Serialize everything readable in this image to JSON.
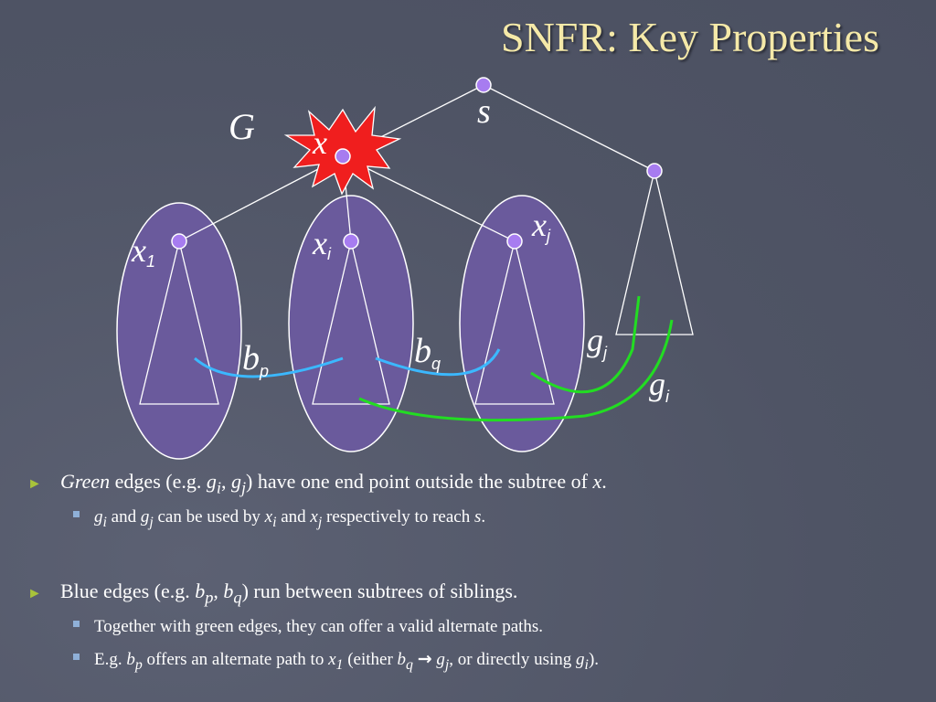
{
  "slide": {
    "title": "SNFR: Key Properties"
  },
  "diagram": {
    "labels": {
      "graph": "G",
      "root": "s",
      "failed": "x",
      "child1": {
        "main": "x",
        "sub": "1"
      },
      "childi": {
        "main": "x",
        "sub": "i"
      },
      "childj": {
        "main": "x",
        "sub": "j"
      },
      "bp": {
        "main": "b",
        "sub": "p"
      },
      "bq": {
        "main": "b",
        "sub": "q"
      },
      "gj": {
        "main": "g",
        "sub": "j"
      },
      "gi": {
        "main": "g",
        "sub": "i"
      }
    },
    "colors": {
      "node": "#a77cf0",
      "subtree_fill": "#6a5a9c",
      "failure_star": "#f01e1e",
      "blue_edge": "#3bb8ff",
      "green_edge": "#22dd22",
      "title": "#f5e9a8"
    }
  },
  "bullets": [
    {
      "level": 1,
      "icon": "triangle-bullet-icon",
      "segments": [
        {
          "t": "Green",
          "i": true
        },
        {
          "t": " edges (e.g. "
        },
        {
          "t": "g",
          "i": true
        },
        {
          "t": "i",
          "sub": true,
          "i": true
        },
        {
          "t": ", "
        },
        {
          "t": "g",
          "i": true
        },
        {
          "t": "j",
          "sub": true,
          "i": true
        },
        {
          "t": ") have one end point outside the subtree of "
        },
        {
          "t": "x",
          "i": true
        },
        {
          "t": "."
        }
      ]
    },
    {
      "level": 2,
      "icon": "square-bullet-icon",
      "segments": [
        {
          "t": "g",
          "i": true
        },
        {
          "t": "i",
          "sub": true,
          "i": true
        },
        {
          "t": " and "
        },
        {
          "t": "g",
          "i": true
        },
        {
          "t": "j",
          "sub": true,
          "i": true
        },
        {
          "t": " can be used by "
        },
        {
          "t": "x",
          "i": true
        },
        {
          "t": "i",
          "sub": true,
          "i": true
        },
        {
          "t": " and "
        },
        {
          "t": "x",
          "i": true
        },
        {
          "t": "j",
          "sub": true,
          "i": true
        },
        {
          "t": " respectively to reach "
        },
        {
          "t": "s",
          "i": true
        },
        {
          "t": "."
        }
      ]
    },
    {
      "level": 1,
      "icon": "triangle-bullet-icon",
      "segments": [
        {
          "t": "Blue edges (e.g. "
        },
        {
          "t": "b",
          "i": true
        },
        {
          "t": "p",
          "sub": true,
          "i": true
        },
        {
          "t": ", "
        },
        {
          "t": "b",
          "i": true
        },
        {
          "t": "q",
          "sub": true,
          "i": true
        },
        {
          "t": ") run between subtrees of siblings."
        }
      ]
    },
    {
      "level": 2,
      "icon": "square-bullet-icon",
      "segments": [
        {
          "t": "Together with green edges, they can offer a valid alternate paths."
        }
      ]
    },
    {
      "level": 2,
      "icon": "square-bullet-icon",
      "segments": [
        {
          "t": "E.g. "
        },
        {
          "t": "b",
          "i": true
        },
        {
          "t": "p",
          "sub": true,
          "i": true
        },
        {
          "t": " offers an alternate path to "
        },
        {
          "t": "x",
          "i": true
        },
        {
          "t": "1",
          "sub": true,
          "i": true
        },
        {
          "t": " (either "
        },
        {
          "t": "b",
          "i": true
        },
        {
          "t": "q",
          "sub": true,
          "i": true
        },
        {
          "t": " "
        },
        {
          "t": "→",
          "arrow": true
        },
        {
          "t": " "
        },
        {
          "t": "g",
          "i": true
        },
        {
          "t": "j",
          "sub": true,
          "i": true
        },
        {
          "t": ", or directly using "
        },
        {
          "t": "g",
          "i": true
        },
        {
          "t": "i",
          "sub": true,
          "i": true
        },
        {
          "t": ")."
        }
      ]
    }
  ]
}
